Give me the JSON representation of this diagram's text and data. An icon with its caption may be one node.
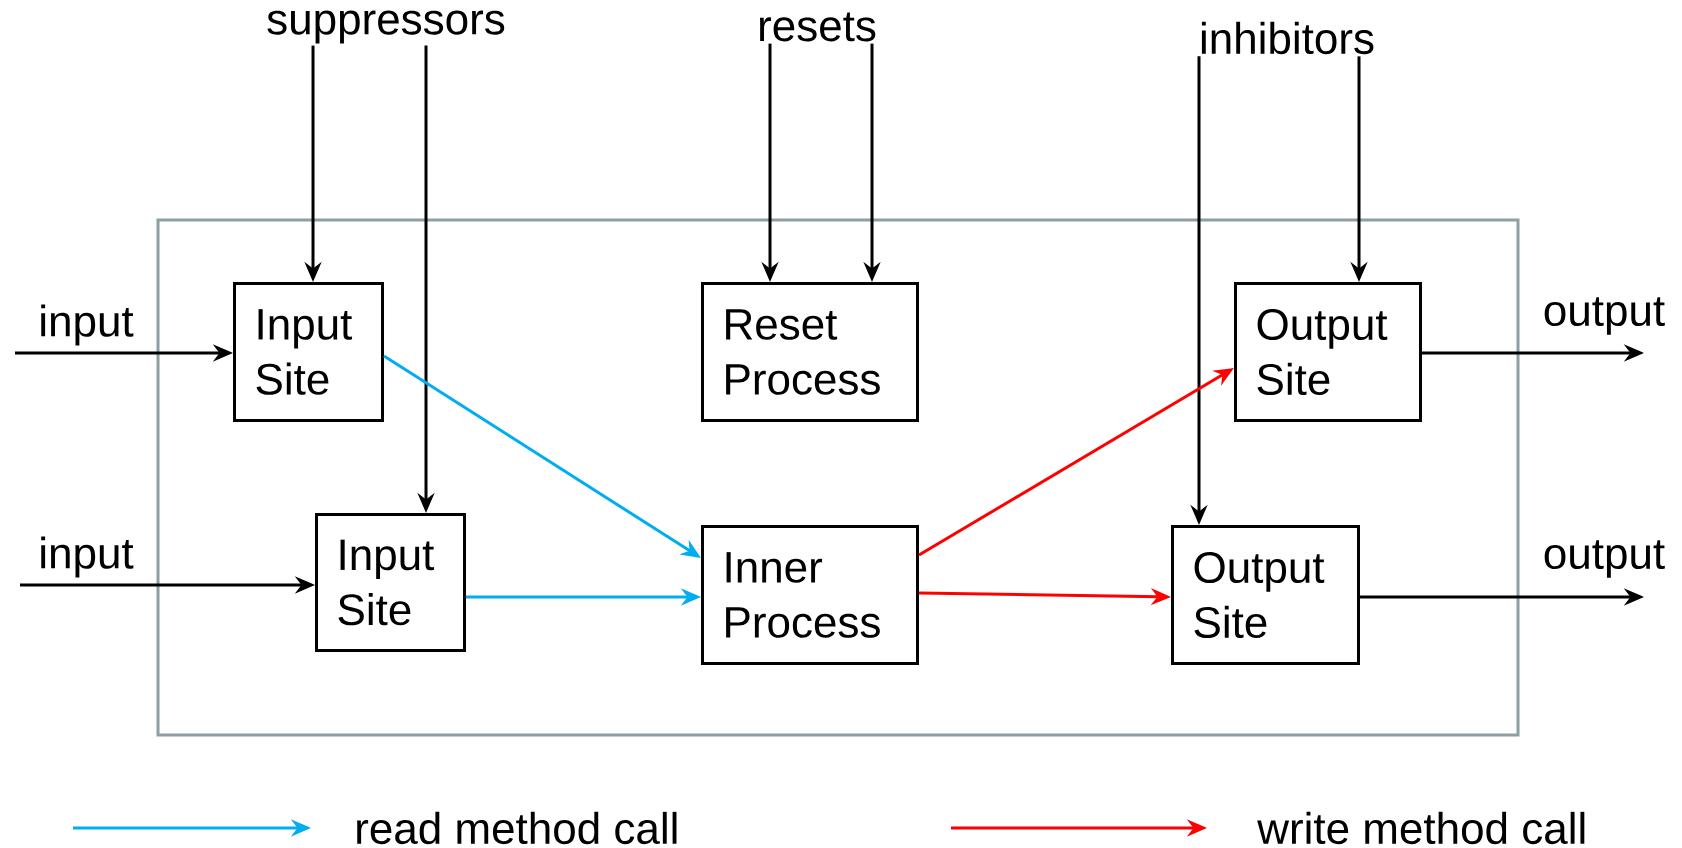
{
  "diagram": {
    "nodes": [
      {
        "text": [],
        "shape": "box"
      },
      {
        "text": [
          "Input Site"
        ],
        "in": 0
      },
      {
        "text": [
          "Input Site"
        ],
        "in": 0
      },
      {
        "text": [
          "Reset Process"
        ],
        "in": 0
      },
      {
        "text": [
          "Inner Process"
        ],
        "in": 0
      },
      {
        "text": [
          "Output Site"
        ],
        "in": 0
      },
      {
        "text": [
          "Output Site"
        ],
        "in": 0
      },
      {
        "text": [
          "suppressors"
        ]
      },
      {
        "text": [
          "resets"
        ]
      },
      {
        "text": [
          "inhibitors"
        ]
      }
    ],
    "edges": [
      {
        "from": null,
        "to": 1,
        "arrow": "to",
        "label": "input"
      },
      {
        "from": null,
        "to": 2,
        "arrow": "to",
        "label": "input"
      },
      {
        "from": 7,
        "to": 1,
        "arrow": "to"
      },
      {
        "from": 7,
        "to": 2,
        "arrow": "to"
      },
      {
        "from": 8,
        "to": 3,
        "arrow": "to"
      },
      {
        "from": 8,
        "to": 3,
        "arrow": "to"
      },
      {
        "from": 9,
        "to": 6,
        "arrow": "to"
      },
      {
        "from": 9,
        "to": 5,
        "arrow": "to"
      },
      {
        "from": 1,
        "to": 4,
        "arrow": "to",
        "color": "#00aeef"
      },
      {
        "from": 2,
        "to": 4,
        "arrow": "to",
        "color": "#00aeef"
      },
      {
        "from": 4,
        "to": 5,
        "arrow": "to",
        "color": "#ff0000"
      },
      {
        "from": 4,
        "to": 6,
        "arrow": "to",
        "color": "#ff0000"
      },
      {
        "from": 5,
        "to": null,
        "arrow": "to",
        "label": "output"
      },
      {
        "from": 6,
        "to": null,
        "arrow": "to",
        "label": "output"
      }
    ],
    "legend": [
      {
        "text": "read method call",
        "color": "#00aeef"
      },
      {
        "text": "write method call",
        "color": "#ff0000"
      }
    ]
  }
}
